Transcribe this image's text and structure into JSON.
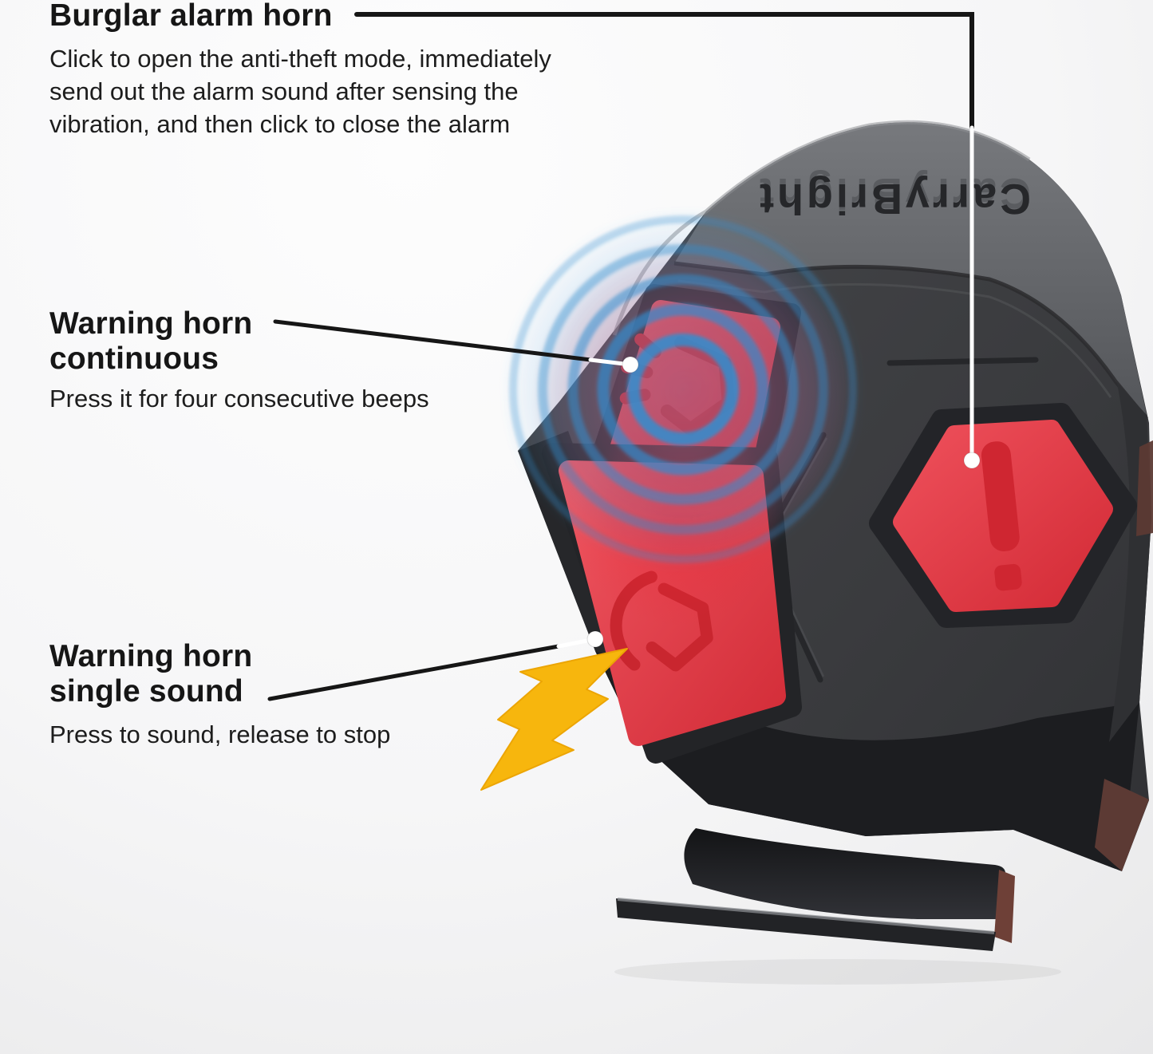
{
  "callouts": {
    "burglar": {
      "title": "Burglar alarm horn",
      "description": "Click to open the anti-theft mode, immediately\nsend out the alarm sound after sensing the\nvibration, and then click to close the alarm"
    },
    "warning_continuous": {
      "title": "Warning horn\n continuous",
      "description": "Press it for four consecutive beeps"
    },
    "warning_single": {
      "title": "Warning horn\n single sound",
      "description": "Press to sound, release to stop"
    }
  },
  "device": {
    "brand": "CarryBright",
    "brand_orientation": "rotated-180-embossed",
    "body_color": "#3A3B3E",
    "buttons": [
      {
        "id": "burglar-alarm-button",
        "shape": "hexagon",
        "icon": "exclamation-icon",
        "color": "#E23B46"
      },
      {
        "id": "warning-horn-continuous-button",
        "shape": "rounded-rectangle",
        "icon": "horn-waves-icon",
        "color": "#E2414C"
      },
      {
        "id": "warning-horn-single-button",
        "shape": "rounded-rectangle",
        "icon": "horn-icon",
        "color": "#E2414C"
      }
    ]
  },
  "effects": {
    "vibration_rings_color": "#2F8ED0",
    "alarm_glow_color": "#E8232F",
    "lightning_bolt_color": "#F7B60D"
  },
  "colors": {
    "background": "#F4F4F5",
    "text": "#161616",
    "callout_line": "#161616",
    "callout_dot": "#FFFFFF"
  }
}
